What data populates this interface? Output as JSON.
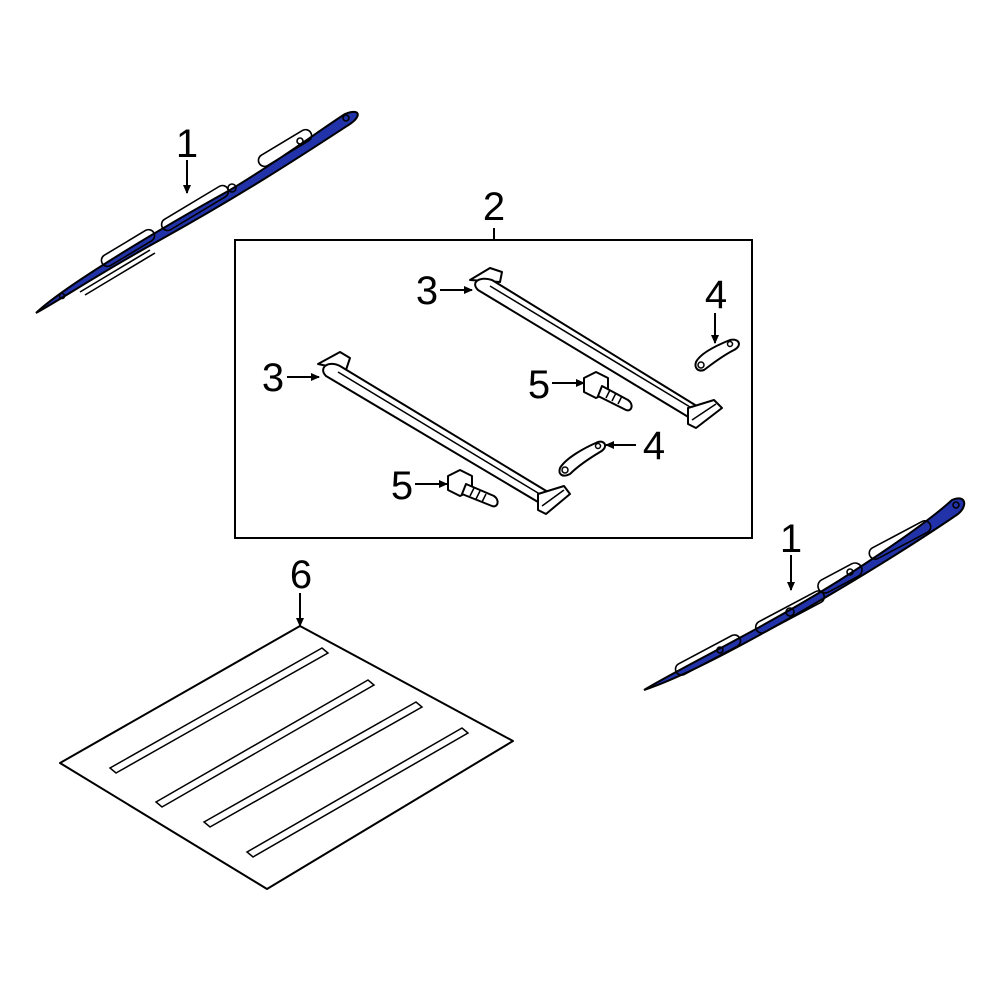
{
  "colors": {
    "highlight": "#2233aa",
    "line": "#000000",
    "background": "#ffffff"
  },
  "callouts": {
    "rail_left": "1",
    "rail_right": "1",
    "kit": "2",
    "crossbar_rear": "3",
    "crossbar_front": "3",
    "clip_upper": "4",
    "clip_lower": "4",
    "bolt_upper": "5",
    "bolt_lower": "5",
    "floor_mat": "6"
  }
}
